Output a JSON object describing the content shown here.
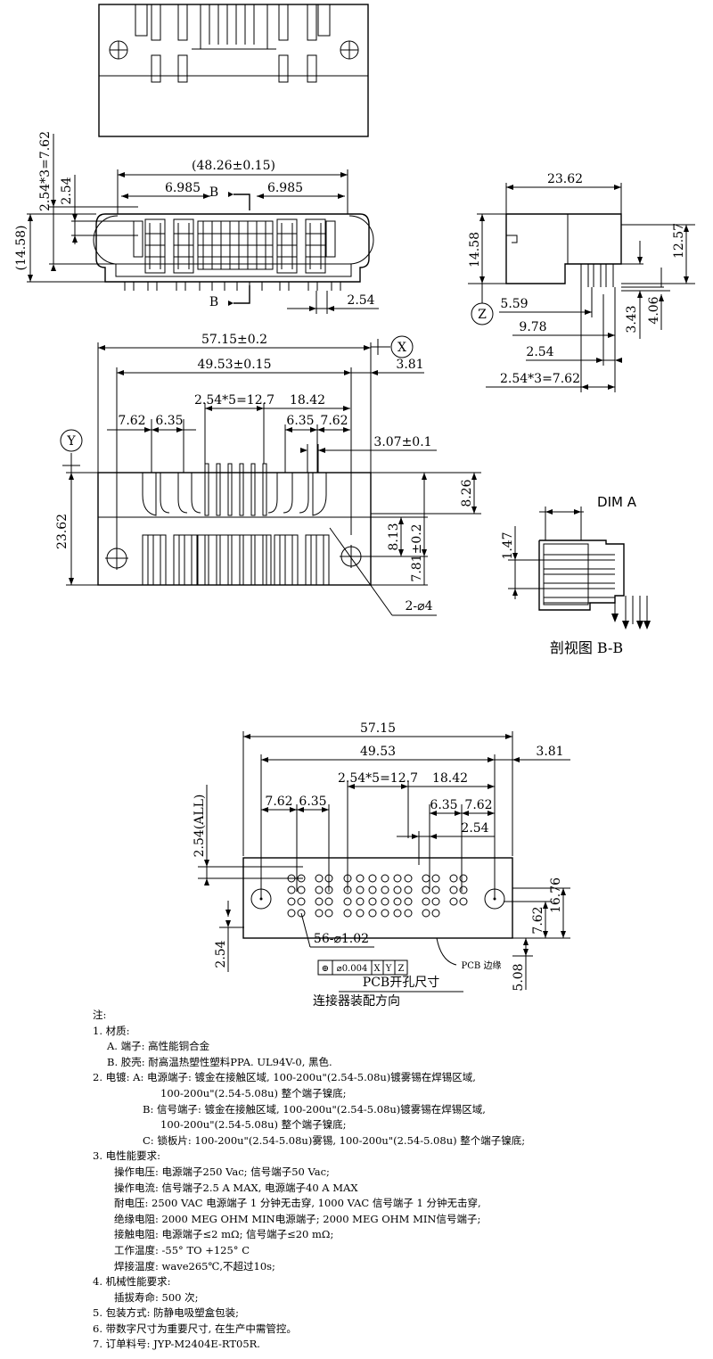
{
  "views": {
    "top_side": {
      "overall_width": "(48.26±0.15)",
      "left_span": "6.985",
      "right_span": "6.985",
      "section_mark_top": "B",
      "section_mark_bottom": "B",
      "pitch_stack": "2.54*3=7.62",
      "pitch": "2.54",
      "height": "(14.58)",
      "bottom_pitch": "2.54"
    },
    "side": {
      "depth": "23.62",
      "height": "14.58",
      "right_height": "12.57",
      "pin_offset": "5.59",
      "pin_distance": "9.78",
      "pitch": "2.54",
      "pitch_stack": "2.54*3=7.62",
      "tail_a": "3.43",
      "tail_b": "4.06",
      "datum": "Z"
    },
    "front": {
      "overall": "57.15±0.2",
      "hole_span": "49.53±0.15",
      "signal_span": "2.54*5=12.7",
      "right_span": "18.42",
      "left_a": "7.62",
      "left_b": "6.35",
      "right_a": "6.35",
      "right_b": "7.62",
      "edge": "3.81",
      "offset": "3.07±0.1",
      "height": "23.62",
      "upper": "8.26",
      "hole_h": "8.13",
      "hole_pos": "7.81±0.2",
      "holes": "2-⌀4",
      "datum_x": "X",
      "datum_y": "Y"
    },
    "section": {
      "title": "DIM A",
      "dim": "1.47",
      "caption": "剖视图 B-B"
    },
    "pcb": {
      "overall": "57.15",
      "hole_span": "49.53",
      "edge": "3.81",
      "left_a": "7.62",
      "left_b": "6.35",
      "signal_span": "2.54*5=12.7",
      "right_span": "18.42",
      "right_a": "6.35",
      "right_b": "7.62",
      "pitch": "2.54",
      "pitch_all": "2.54(ALL)",
      "height": "16.76",
      "row_h": "7.62",
      "bottom_pitch": "2.54",
      "bottom_edge": "5.08",
      "holes": "56-⌀1.02",
      "tol_symbol": "⊕",
      "tol_value": "⌀0.004",
      "tol_datums": [
        "X",
        "Y",
        "Z"
      ],
      "edge_label": "PCB 边缘",
      "caption_a": "PCB开孔尺寸",
      "caption_b": "连接器装配方向"
    }
  },
  "notes": [
    {
      "indent": 0,
      "text": "注:"
    },
    {
      "indent": 0,
      "text": "1. 材质:"
    },
    {
      "indent": 1,
      "text": "A. 端子: 高性能铜合金"
    },
    {
      "indent": 1,
      "text": "B. 胶壳: 耐高温热塑性塑料PPA. UL94V-0, 黑色."
    },
    {
      "indent": 0,
      "text": "2. 电镀: A: 电源端子: 镀金在接触区域, 100-200u\"(2.54-5.08u)镀雾锡在焊锡区域,"
    },
    {
      "indent": 3,
      "text": "100-200u\"(2.54-5.08u) 整个端子镍底;"
    },
    {
      "indent": 4,
      "text": "B: 信号端子: 镀金在接触区域, 100-200u\"(2.54-5.08u)镀雾锡在焊锡区域,"
    },
    {
      "indent": 3,
      "text": "100-200u\"(2.54-5.08u) 整个端子镍底;"
    },
    {
      "indent": 4,
      "text": "C: 锁板片: 100-200u\"(2.54-5.08u)雾锡, 100-200u\"(2.54-5.08u) 整个端子镍底;"
    },
    {
      "indent": 0,
      "text": "3. 电性能要求:"
    },
    {
      "indent": 2,
      "text": "操作电压: 电源端子250 Vac; 信号端子50 Vac;"
    },
    {
      "indent": 2,
      "text": "操作电流: 信号端子2.5 A MAX, 电源端子40 A MAX"
    },
    {
      "indent": 2,
      "text": "耐电压: 2500 VAC 电源端子 1 分钟无击穿, 1000 VAC 信号端子 1 分钟无击穿,"
    },
    {
      "indent": 2,
      "text": "绝缘电阻: 2000 MEG OHM MIN电源端子; 2000 MEG OHM MIN信号端子;"
    },
    {
      "indent": 2,
      "text": "接触电阻: 电源端子≤2 mΩ; 信号端子≤20 mΩ;"
    },
    {
      "indent": 2,
      "text": "工作温度: -55° TO +125° C"
    },
    {
      "indent": 2,
      "text": "焊接温度: wave265℃,不超过10s;"
    },
    {
      "indent": 0,
      "text": "4. 机械性能要求:"
    },
    {
      "indent": 2,
      "text": "插拔寿命: 500 次;"
    },
    {
      "indent": 0,
      "text": "5. 包装方式: 防静电吸塑盒包装;"
    },
    {
      "indent": 0,
      "text": "6. 带数字尺寸为重要尺寸, 在生产中需管控。"
    },
    {
      "indent": 0,
      "text": "7. 订单料号: JYP-M2404E-RT05R."
    }
  ]
}
